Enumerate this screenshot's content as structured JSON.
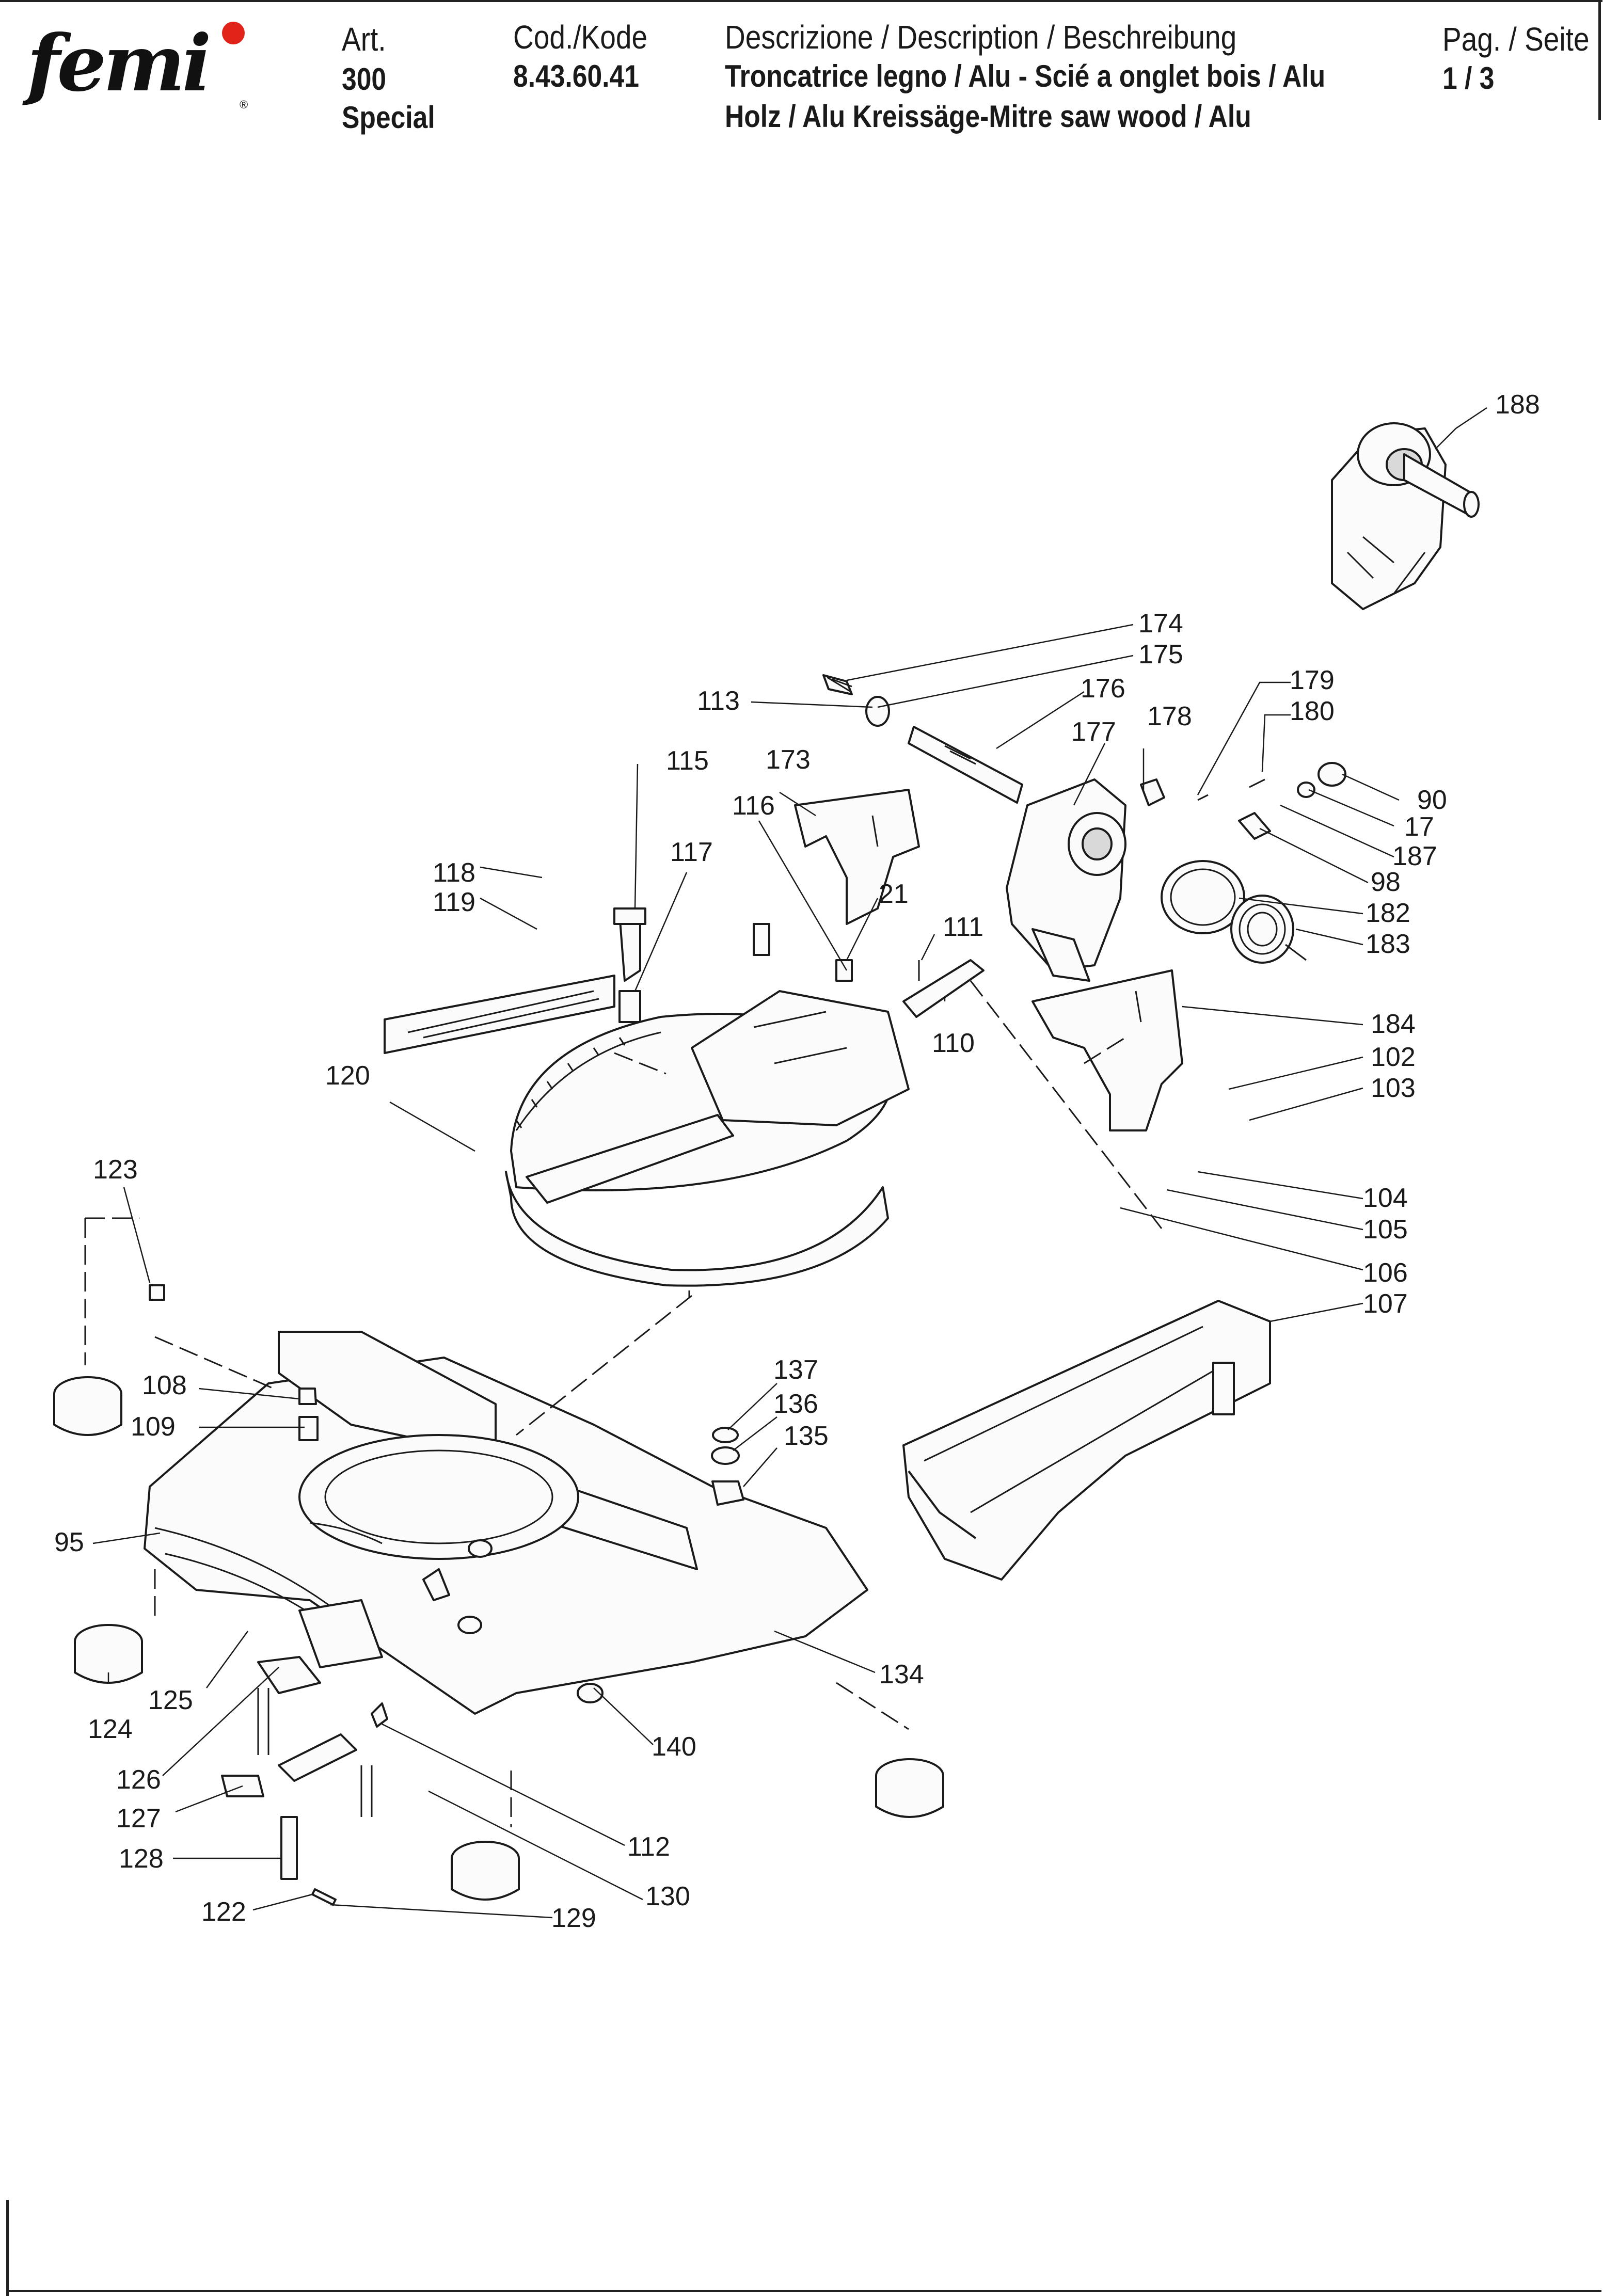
{
  "brand": {
    "logo_text": "femi",
    "registered_mark": "®",
    "dot_color": "#e2231a"
  },
  "header": {
    "art_label": "Art.",
    "art_value_1": "300",
    "art_value_2": "Special",
    "code_label": "Cod./Kode",
    "code_value": "8.43.60.41",
    "description_label": "Descrizione / Description / Beschreibung",
    "description_line_1": "Troncatrice legno / Alu - Scié a onglet bois / Alu",
    "description_line_2": "Holz / Alu Kreissäge-Mitre saw wood / Alu",
    "page_label": "Pag. / Seite",
    "page_value": "1 / 3"
  },
  "callouts": [
    "188",
    "174",
    "175",
    "176",
    "177",
    "178",
    "179",
    "180",
    "113",
    "115",
    "173",
    "116",
    "117",
    "118",
    "119",
    "21",
    "111",
    "90",
    "17",
    "187",
    "98",
    "182",
    "183",
    "110",
    "184",
    "102",
    "103",
    "120",
    "123",
    "104",
    "105",
    "106",
    "107",
    "137",
    "136",
    "135",
    "108",
    "109",
    "95",
    "125",
    "124",
    "134",
    "140",
    "126",
    "127",
    "112",
    "128",
    "130",
    "122",
    "129"
  ]
}
